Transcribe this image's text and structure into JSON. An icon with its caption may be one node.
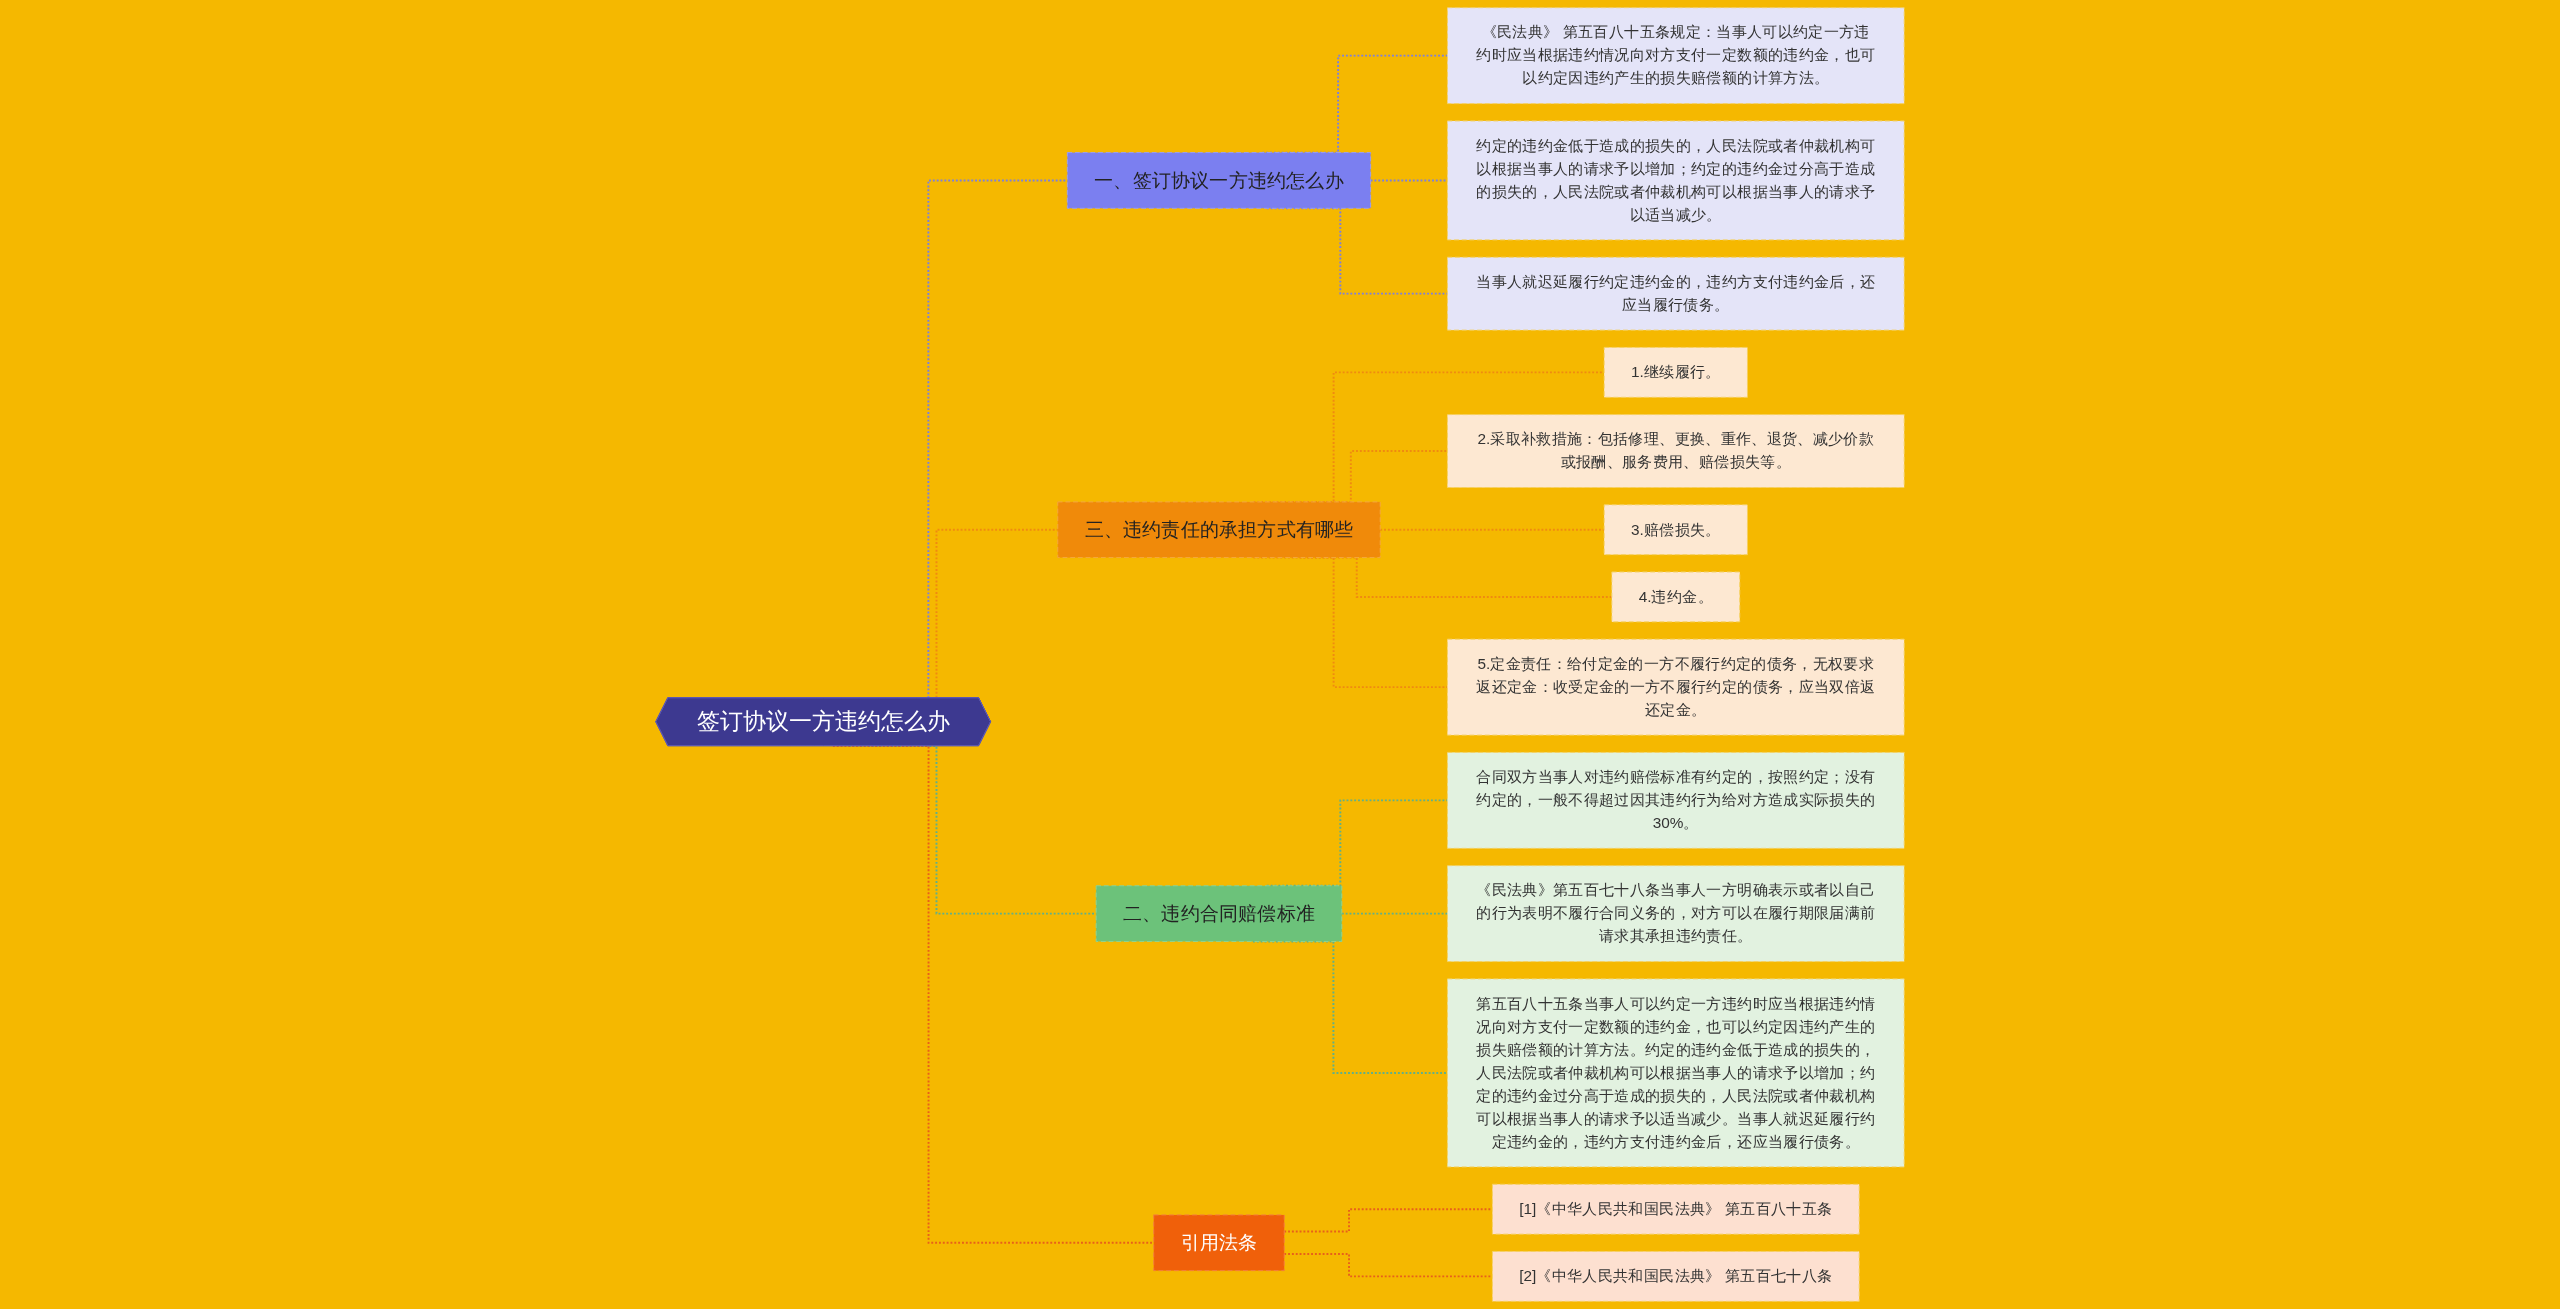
{
  "diagram": {
    "nodes": [
      {
        "text": [
          "签订协议一方违约怎么办"
        ]
      },
      {
        "text": [
          "一、签订协议一方违约怎么办"
        ]
      },
      {
        "text": [
          "《民法典》 第五百八十五条规定：当事人可以约定一方违约时应当根据违约情况向对方支付一定数额的违约金，也可以约定因违约产生的损失赔偿额的计算方法。"
        ]
      },
      {
        "text": [
          "约定的违约金低于造成的损失的，人民法院或者仲裁机构可以根据当事人的请求予以增加；约定的违约金过分高于造成的损失的，人民法院或者仲裁机构可以根据当事人的请求予以适当减少。"
        ]
      },
      {
        "text": [
          "当事人就迟延履行约定违约金的，违约方支付违约金后，还应当履行债务。"
        ]
      },
      {
        "text": [
          "三、违约责任的承担方式有哪些"
        ]
      },
      {
        "text": [
          "1.继续履行。"
        ]
      },
      {
        "text": [
          "2.采取补救措施：包括修理、更换、重作、退货、减少价款或报酬、服务费用、赔偿损失等。"
        ]
      },
      {
        "text": [
          "3.赔偿损失。"
        ]
      },
      {
        "text": [
          "4.违约金。"
        ]
      },
      {
        "text": [
          "5.定金责任：给付定金的一方不履行约定的债务，无权要求返还定金：收受定金的一方不履行约定的债务，应当双倍返还定金。"
        ]
      },
      {
        "text": [
          "二、违约合同赔偿标准"
        ]
      },
      {
        "text": [
          "合同双方当事人对违约赔偿标准有约定的，按照约定；没有约定的，一般不得超过因其违约行为给对方造成实际损失的30%。"
        ]
      },
      {
        "text": [
          "《民法典》第五百七十八条当事人一方明确表示或者以自己的行为表明不履行合同义务的，对方可以在履行期限届满前请求其承担违约责任。"
        ]
      },
      {
        "text": [
          "第五百八十五条当事人可以约定一方违约时应当根据违约情况向对方支付一定数额的违约金，也可以约定因违约产生的损失赔偿额的计算方法。约定的违约金低于造成的损失的，人民法院或者仲裁机构可以根据当事人的请求予以增加；约定的违约金过分高于造成的损失的，人民法院或者仲裁机构可以根据当事人的请求予以适当减少。当事人就迟延履行约定违约金的，违约方支付违约金后，还应当履行债务。"
        ]
      },
      {
        "text": [
          "引用法条"
        ]
      },
      {
        "text": [
          "[1]《中华人民共和国民法典》 第五百八十五条"
        ]
      },
      {
        "text": [
          "[2]《中华人民共和国民法典》 第五百七十八条"
        ]
      }
    ],
    "edges": [
      {
        "from": 0,
        "to": 1,
        "arrow": "none",
        "style": "dashed",
        "color": "#7b7fe0"
      },
      {
        "from": 1,
        "to": 2,
        "arrow": "none",
        "style": "dashed",
        "color": "#7b7fe0"
      },
      {
        "from": 1,
        "to": 3,
        "arrow": "none",
        "style": "dashed",
        "color": "#7b7fe0"
      },
      {
        "from": 1,
        "to": 4,
        "arrow": "none",
        "style": "dashed",
        "color": "#7b7fe0"
      },
      {
        "from": 0,
        "to": 5,
        "arrow": "none",
        "style": "dashed",
        "color": "#f08a10"
      },
      {
        "from": 5,
        "to": 6,
        "arrow": "none",
        "style": "dashed",
        "color": "#f08a10"
      },
      {
        "from": 5,
        "to": 7,
        "arrow": "none",
        "style": "dashed",
        "color": "#f08a10"
      },
      {
        "from": 5,
        "to": 8,
        "arrow": "none",
        "style": "dashed",
        "color": "#f08a10"
      },
      {
        "from": 5,
        "to": 9,
        "arrow": "none",
        "style": "dashed",
        "color": "#f08a10"
      },
      {
        "from": 5,
        "to": 10,
        "arrow": "none",
        "style": "dashed",
        "color": "#f08a10"
      },
      {
        "from": 0,
        "to": 11,
        "arrow": "none",
        "style": "dashed",
        "color": "#5fb08a"
      },
      {
        "from": 11,
        "to": 12,
        "arrow": "none",
        "style": "dashed",
        "color": "#5fb08a"
      },
      {
        "from": 11,
        "to": 13,
        "arrow": "none",
        "style": "dashed",
        "color": "#5fb08a"
      },
      {
        "from": 11,
        "to": 14,
        "arrow": "none",
        "style": "dashed",
        "color": "#5fb08a"
      },
      {
        "from": 0,
        "to": 15,
        "arrow": "none",
        "style": "dashed",
        "color": "#e8601a"
      },
      {
        "from": 15,
        "to": 16,
        "arrow": "none",
        "style": "dashed",
        "color": "#e8601a"
      },
      {
        "from": 15,
        "to": 17,
        "arrow": "none",
        "style": "dashed",
        "color": "#e8601a"
      }
    ]
  }
}
